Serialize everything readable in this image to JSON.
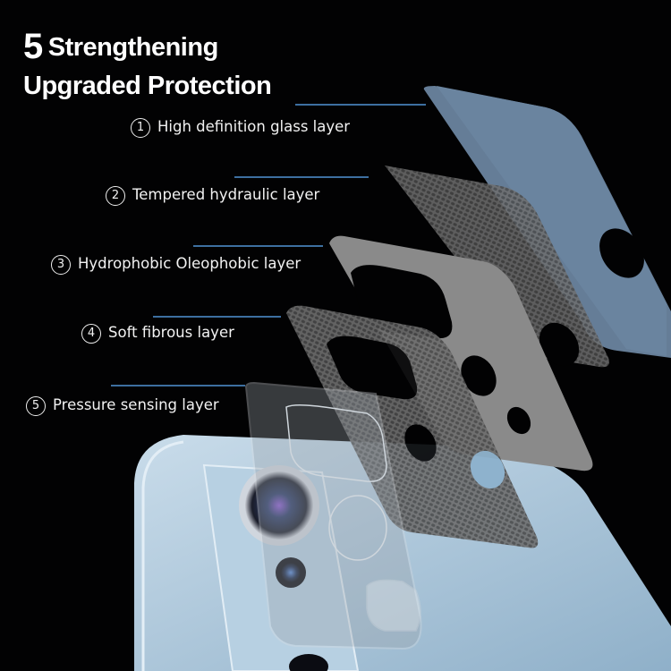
{
  "heading": {
    "number": "5",
    "line1": "Strengthening",
    "line2": "Upgraded Protection"
  },
  "layers": [
    {
      "index": "1",
      "label": "High definition glass layer"
    },
    {
      "index": "2",
      "label": "Tempered hydraulic layer"
    },
    {
      "index": "3",
      "label": "Hydrophobic Oleophobic layer"
    },
    {
      "index": "4",
      "label": "Soft fibrous layer"
    },
    {
      "index": "5",
      "label": "Pressure sensing layer"
    }
  ],
  "colors": {
    "background": "#020203",
    "leader_line": "#3d6fa0",
    "glass_layer": "#6a849f",
    "phone_body": "#a9c6dc"
  }
}
